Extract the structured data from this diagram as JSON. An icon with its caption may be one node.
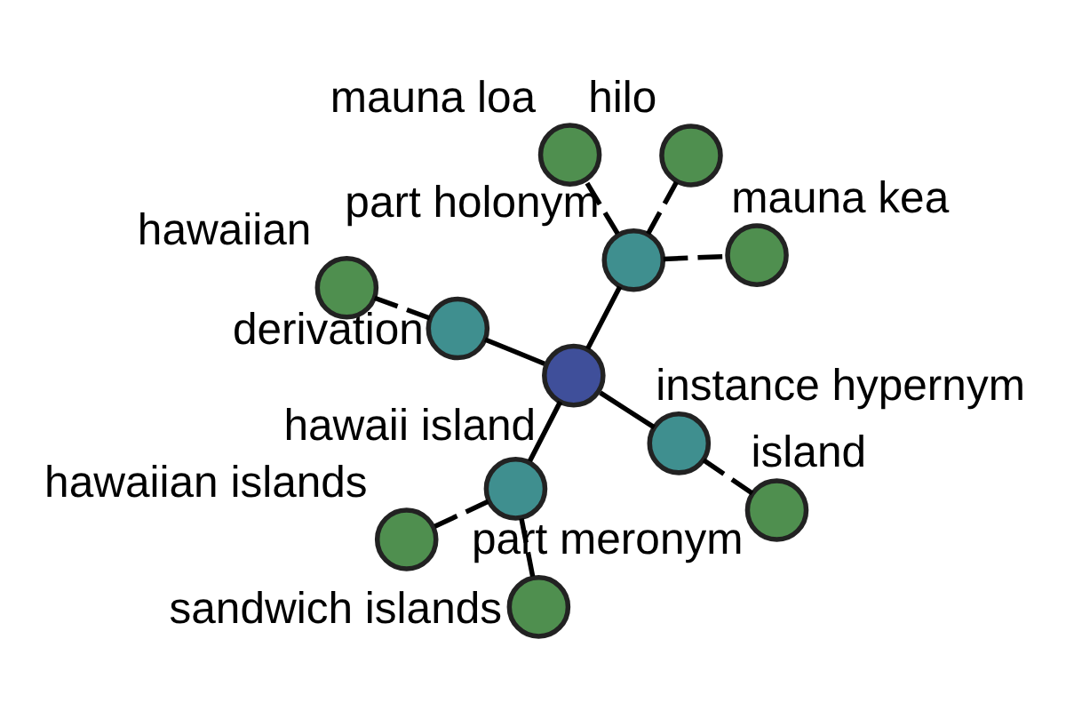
{
  "diagram": {
    "nodes": [
      {
        "text": [],
        "shape": "circle",
        "beside": [
          "mauna loa"
        ]
      },
      {
        "text": [],
        "shape": "circle",
        "beside": [
          "hilo"
        ]
      },
      {
        "text": [],
        "shape": "circle",
        "beside": [
          "mauna kea"
        ]
      },
      {
        "text": [],
        "shape": "circle",
        "beside": [
          "part holonym"
        ]
      },
      {
        "text": [],
        "shape": "circle",
        "beside": [
          "hawaii island"
        ]
      },
      {
        "text": [],
        "shape": "circle",
        "beside": [
          "derivation"
        ]
      },
      {
        "text": [],
        "shape": "circle",
        "beside": [
          "part meronym"
        ]
      },
      {
        "text": [],
        "shape": "circle",
        "beside": [
          "sandwich islands"
        ]
      },
      {
        "text": [],
        "shape": "circle",
        "beside": [
          "hawaiian"
        ]
      },
      {
        "text": [],
        "shape": "circle",
        "beside": [
          "instance hypernym"
        ]
      },
      {
        "text": [],
        "shape": "circle",
        "beside": [
          "island"
        ]
      },
      {
        "text": [],
        "shape": "circle",
        "beside": [
          "hawaiian islands"
        ]
      }
    ],
    "edges": [
      {
        "from": 4,
        "to": 3,
        "arrow": "none"
      },
      {
        "from": 3,
        "to": 0,
        "arrow": "none",
        "style": "dashed"
      },
      {
        "from": 3,
        "to": 1,
        "arrow": "none",
        "style": "dashed"
      },
      {
        "from": 3,
        "to": 2,
        "arrow": "none",
        "style": "dashed"
      },
      {
        "from": 4,
        "to": 5,
        "arrow": "none"
      },
      {
        "from": 5,
        "to": 8,
        "arrow": "none",
        "style": "dashed"
      },
      {
        "from": 4,
        "to": 6,
        "arrow": "none"
      },
      {
        "from": 6,
        "to": 7,
        "arrow": "none",
        "style": "dashed"
      },
      {
        "from": 6,
        "to": 11,
        "arrow": "none",
        "style": "dashed"
      },
      {
        "from": 4,
        "to": 9,
        "arrow": "none"
      },
      {
        "from": 9,
        "to": 10,
        "arrow": "none",
        "style": "dashed"
      }
    ]
  }
}
